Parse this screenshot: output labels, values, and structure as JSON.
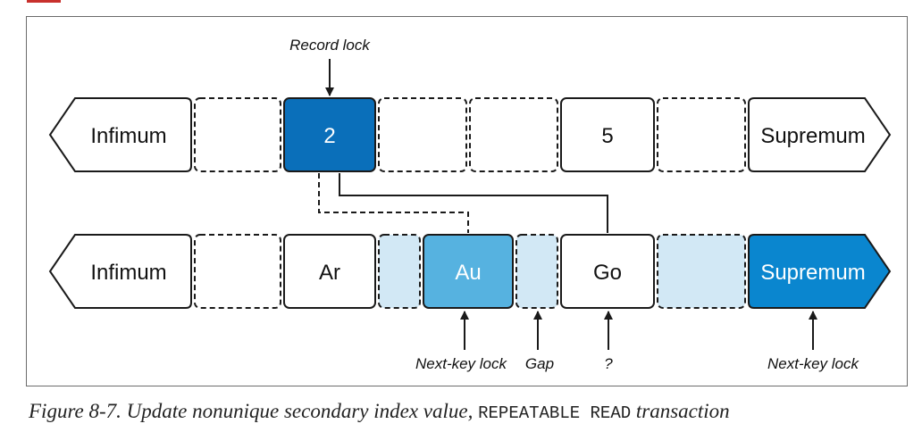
{
  "top_row": {
    "infimum": "Infimum",
    "value_2": "2",
    "value_5": "5",
    "supremum": "Supremum"
  },
  "bottom_row": {
    "infimum": "Infimum",
    "ar": "Ar",
    "au": "Au",
    "go": "Go",
    "supremum": "Supremum"
  },
  "annotations": {
    "record_lock": "Record lock",
    "next_key_lock_au": "Next-key lock",
    "gap": "Gap",
    "question": "?",
    "next_key_lock_supremum": "Next-key lock"
  },
  "caption": {
    "prefix": "Figure 8-7. Update nonunique secondary index value,",
    "code": "REPEATABLE  READ",
    "suffix": "transaction"
  },
  "colors": {
    "locked_dark": "#0a6fba",
    "locked_medium": "#56b2e0",
    "gap_light": "#d2e8f5",
    "supremum_locked": "#0a86cf",
    "outline": "#1a1a1a"
  }
}
